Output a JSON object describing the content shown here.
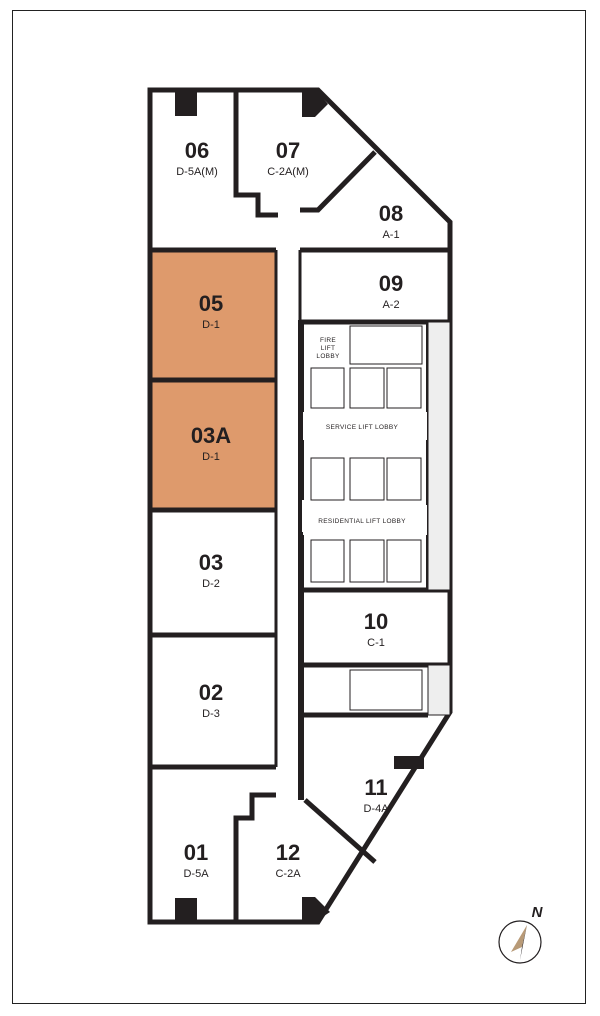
{
  "title": "Floor plan",
  "colors": {
    "highlight": "#de9a6c",
    "wall": "#231f20",
    "compass_accent": "#b89a77"
  },
  "units": [
    {
      "id": "06",
      "type": "D-5A(M)",
      "highlighted": false
    },
    {
      "id": "07",
      "type": "C-2A(M)",
      "highlighted": false
    },
    {
      "id": "08",
      "type": "A-1",
      "highlighted": false
    },
    {
      "id": "09",
      "type": "A-2",
      "highlighted": false
    },
    {
      "id": "05",
      "type": "D-1",
      "highlighted": true
    },
    {
      "id": "03A",
      "type": "D-1",
      "highlighted": true
    },
    {
      "id": "03",
      "type": "D-2",
      "highlighted": false
    },
    {
      "id": "10",
      "type": "C-1",
      "highlighted": false
    },
    {
      "id": "02",
      "type": "D-3",
      "highlighted": false
    },
    {
      "id": "11",
      "type": "D-4A",
      "highlighted": false
    },
    {
      "id": "01",
      "type": "D-5A",
      "highlighted": false
    },
    {
      "id": "12",
      "type": "C-2A",
      "highlighted": false
    }
  ],
  "core": {
    "fire_lift_lobby": [
      "FIRE",
      "LIFT",
      "LOBBY"
    ],
    "service_lift_lobby": "SERVICE LIFT LOBBY",
    "residential_lift_lobby": "RESIDENTIAL LIFT LOBBY"
  },
  "compass": {
    "label": "N",
    "icon": "north-arrow-icon"
  }
}
